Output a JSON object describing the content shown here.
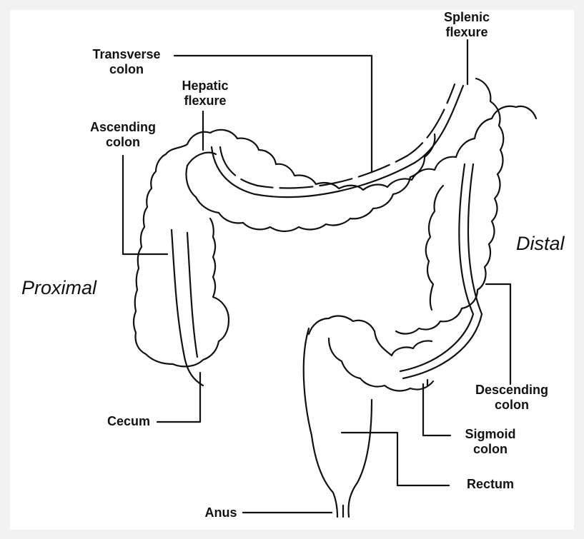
{
  "labels": {
    "transverse_colon": "Transverse\ncolon",
    "splenic_flexure": "Splenic\nflexure",
    "hepatic_flexure": "Hepatic\nflexure",
    "ascending_colon": "Ascending\ncolon",
    "descending_colon": "Descending\ncolon",
    "sigmoid_colon": "Sigmoid\ncolon",
    "rectum": "Rectum",
    "cecum": "Cecum",
    "anus": "Anus"
  },
  "regions": {
    "proximal": "Proximal",
    "distal": "Distal"
  }
}
